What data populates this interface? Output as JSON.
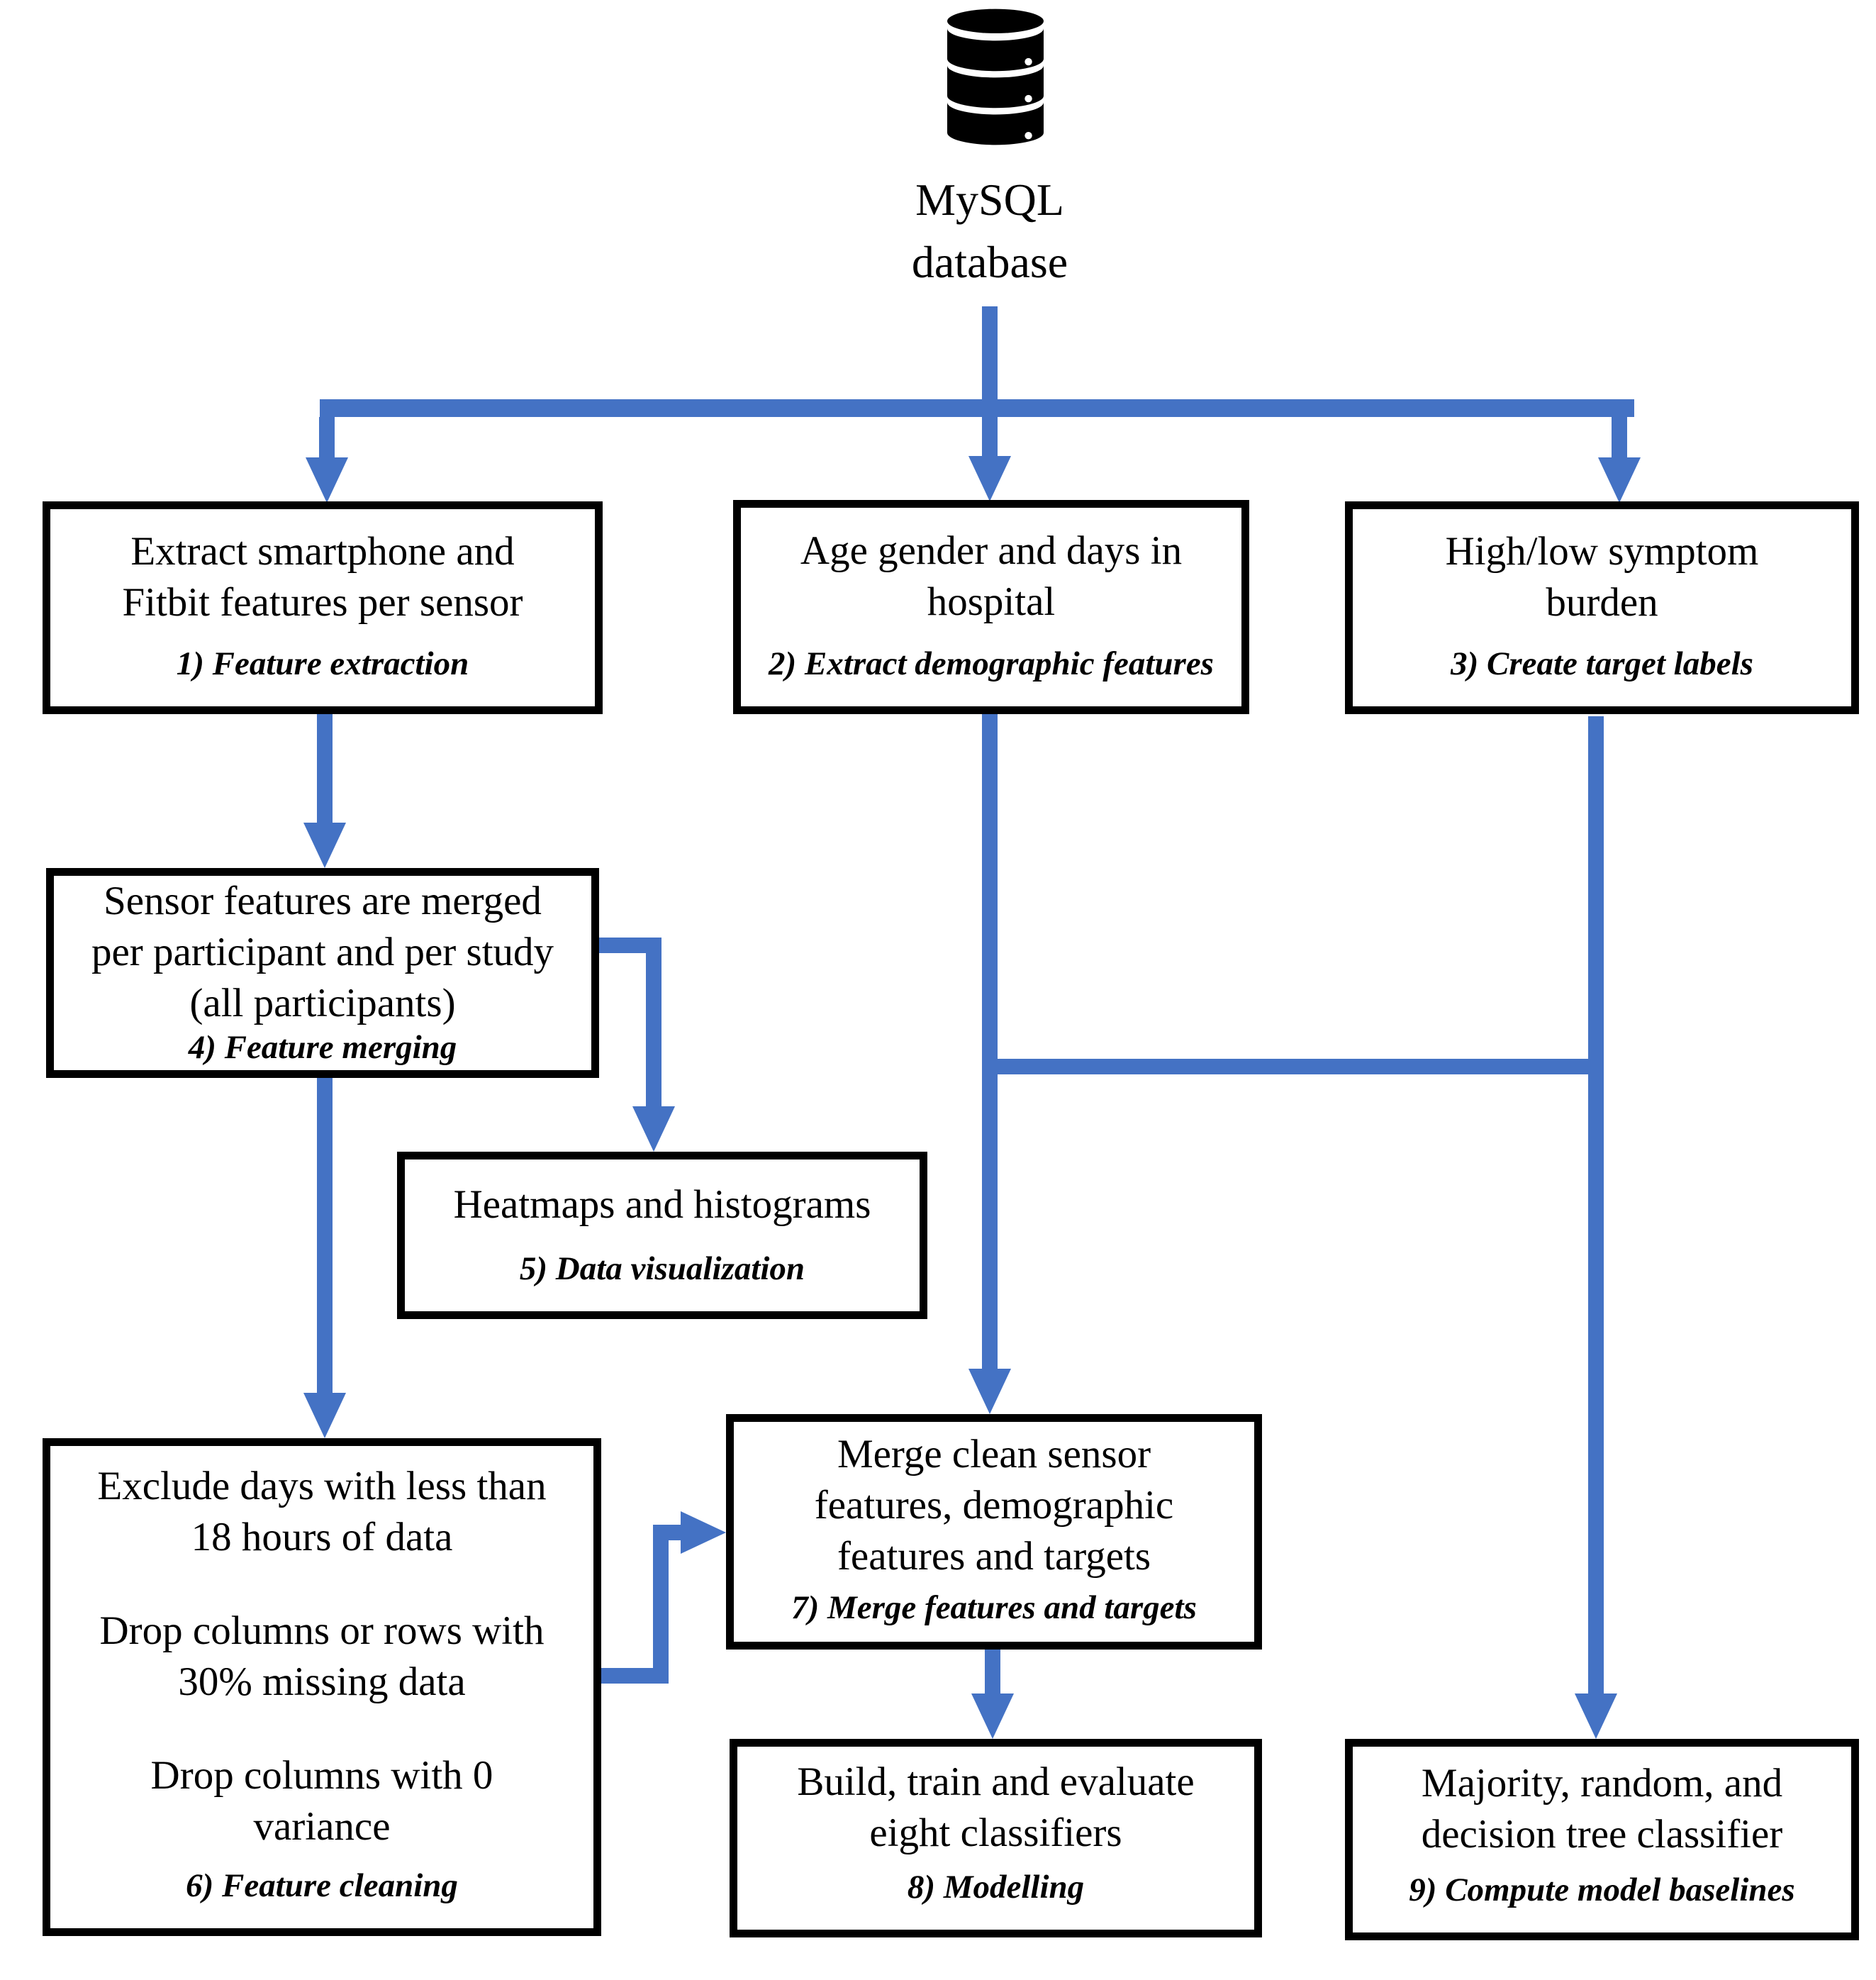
{
  "colors": {
    "arrow_blue": "#4472C4",
    "box_border": "#000000",
    "text": "#000000",
    "canvas": "#FFFFFF"
  },
  "database": {
    "icon": "database-cylinder-icon",
    "lines": [
      "MySQL",
      "database"
    ]
  },
  "nodes": [
    {
      "id": "feature-extraction",
      "lines": [
        "Extract smartphone and",
        "Fitbit features per sensor"
      ],
      "label": "1) Feature extraction"
    },
    {
      "id": "demographic-features",
      "lines": [
        "Age gender and days in",
        "hospital"
      ],
      "label": "2) Extract demographic features"
    },
    {
      "id": "target-labels",
      "lines": [
        "High/low symptom",
        "burden"
      ],
      "label": "3) Create target labels"
    },
    {
      "id": "feature-merging",
      "lines": [
        "Sensor features are merged",
        "per participant and per study",
        "(all participants)"
      ],
      "label": "4) Feature merging"
    },
    {
      "id": "data-visualization",
      "lines": [
        "Heatmaps and histograms"
      ],
      "label": "5) Data visualization"
    },
    {
      "id": "feature-cleaning",
      "paragraphs": [
        [
          "Exclude days with less than",
          "18 hours of data"
        ],
        [
          "Drop columns or rows with",
          "30% missing data"
        ],
        [
          "Drop columns with 0",
          "variance"
        ]
      ],
      "label": "6) Feature cleaning"
    },
    {
      "id": "merge-features-targets",
      "lines": [
        "Merge clean sensor",
        "features, demographic",
        "features and targets"
      ],
      "label": "7) Merge features and targets"
    },
    {
      "id": "modelling",
      "lines": [
        "Build, train and evaluate",
        "eight classifiers"
      ],
      "label": "8) Modelling"
    },
    {
      "id": "model-baselines",
      "lines": [
        "Majority, random, and",
        "decision tree classifier"
      ],
      "label": "9) Compute model baselines"
    }
  ]
}
